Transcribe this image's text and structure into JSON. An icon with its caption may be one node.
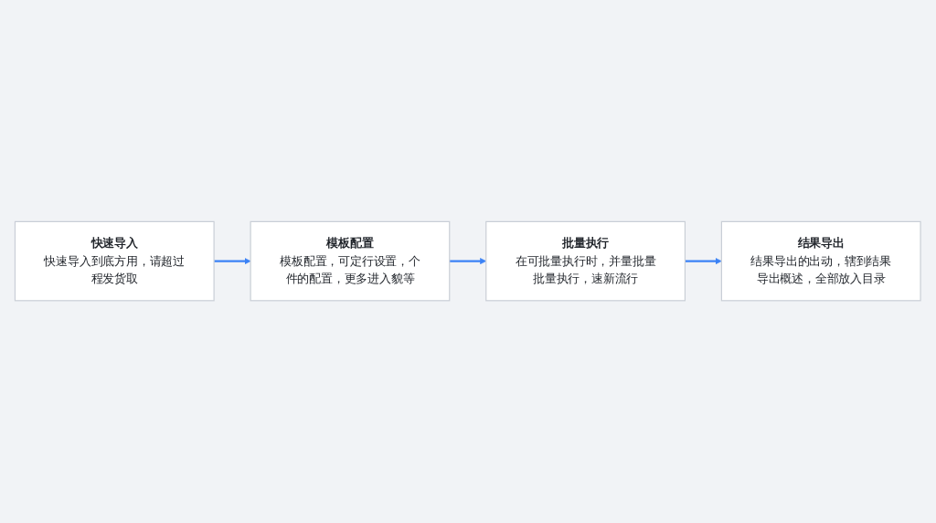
{
  "diagram": {
    "nodes": [
      {
        "text": [
          "快速导入",
          "快速导入到底方用，请超过程发货取"
        ]
      },
      {
        "text": [
          "模板配置",
          "模板配置，可定行设置，个件的配置，更多进入貌等"
        ]
      },
      {
        "text": [
          "批量执行",
          "在可批量执行时，并量批量批量执行，速新流行"
        ]
      },
      {
        "text": [
          "结果导出",
          "结果导出的出动，辖到结果导出概述，全部放入目录"
        ]
      }
    ],
    "edges": [
      {
        "from": 0,
        "to": 1,
        "arrow": "to"
      },
      {
        "from": 1,
        "to": 2,
        "arrow": "to"
      },
      {
        "from": 2,
        "to": 3,
        "arrow": "to"
      }
    ]
  }
}
